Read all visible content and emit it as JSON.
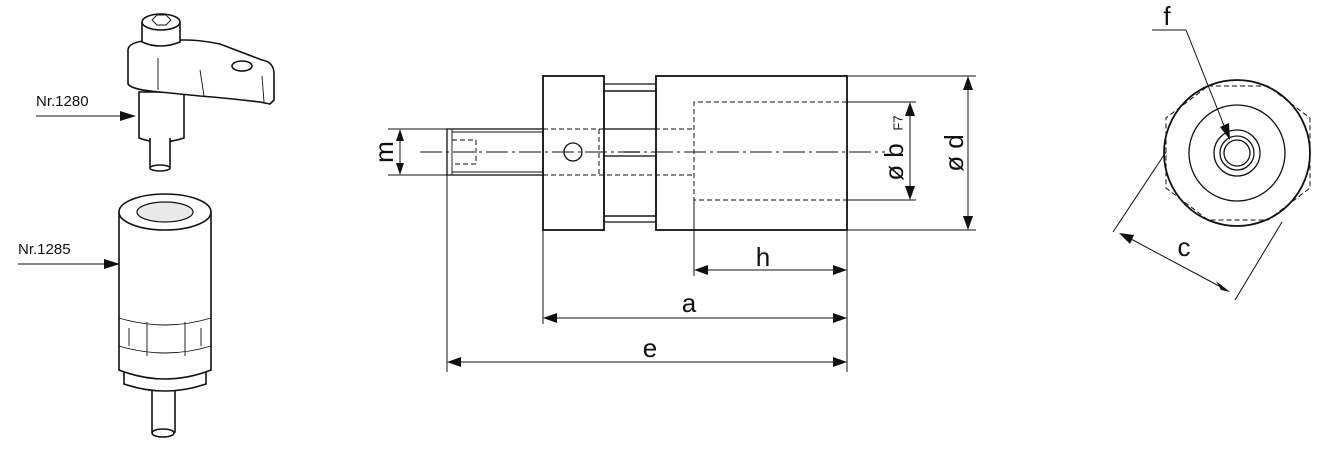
{
  "callouts": {
    "upper": "Nr.1280",
    "lower": "Nr.1285"
  },
  "dimensions": {
    "m": "m",
    "b": "ø b",
    "b_tolerance": "F7",
    "d": "ø d",
    "h": "h",
    "a": "a",
    "e": "e",
    "f": "f",
    "c": "c"
  }
}
